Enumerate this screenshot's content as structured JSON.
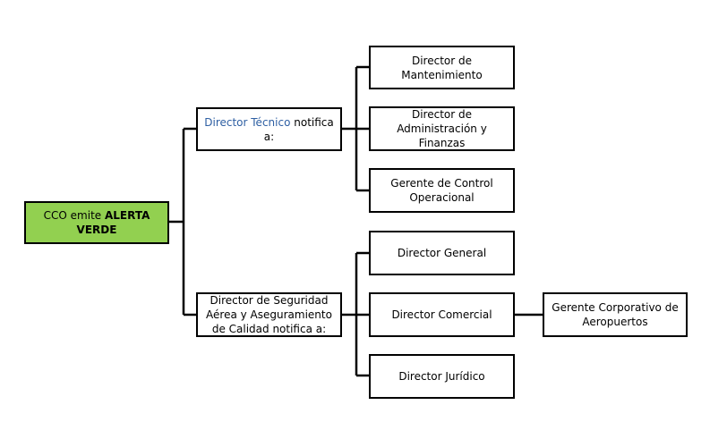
{
  "colors": {
    "root_fill": "#92d050",
    "line": "#000000",
    "highlight_text": "#2e5fa3"
  },
  "root": {
    "prefix": "CCO emite",
    "emphasis": "ALERTA VERDE"
  },
  "level1": {
    "tecnico": {
      "highlight": "Director Técnico",
      "suffix": "notifica a:"
    },
    "seguridad": {
      "label": "Director de Seguridad Aérea y Aseguramiento de Calidad notifica a:"
    }
  },
  "level2": {
    "mantenimiento": "Director de Mantenimiento",
    "administracion": "Director de Administración y Finanzas",
    "control": "Gerente de Control Operacional",
    "general": "Director General",
    "comercial": "Director Comercial",
    "juridico": "Director Jurídico"
  },
  "level3": {
    "aeropuertos": "Gerente Corporativo de Aeropuertos"
  }
}
